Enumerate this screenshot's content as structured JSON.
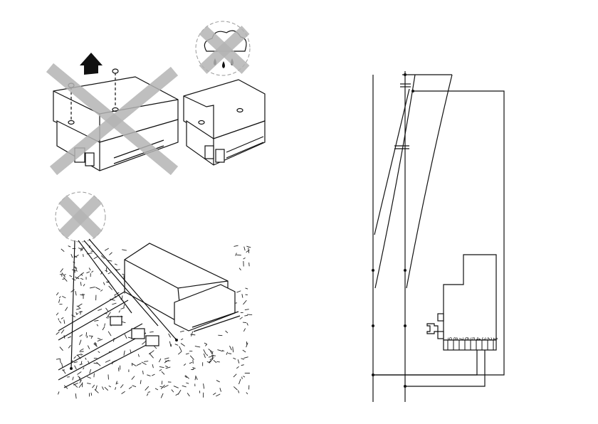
{
  "connector": {
    "pin_labels": [
      "9",
      "8",
      "7",
      "6",
      "5",
      "4",
      "3",
      "2",
      "1"
    ]
  },
  "colors": {
    "line": "#111111",
    "cross": "#b4b4b4",
    "background": "#ffffff"
  },
  "icons": [
    "up-arrow-icon",
    "screw-icon",
    "rain-cloud-icon",
    "prohibited-cross-icon",
    "gravel-texture"
  ]
}
